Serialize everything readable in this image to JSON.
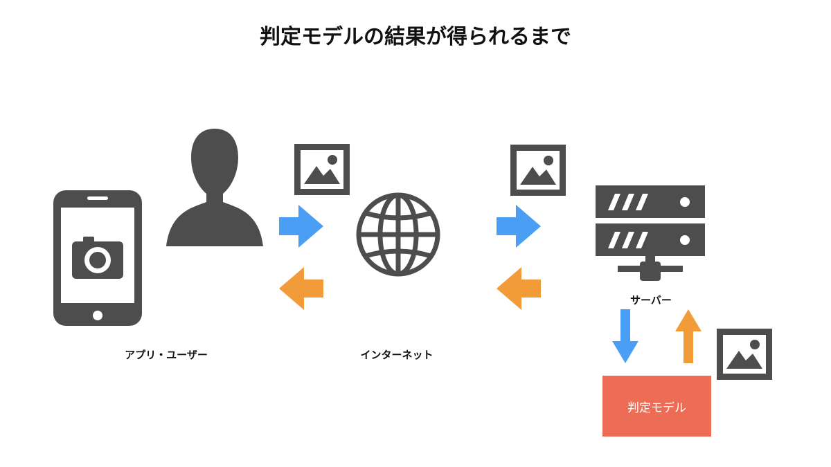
{
  "title": "判定モデルの結果が得られるまで",
  "labels": {
    "user": "アプリ・ユーザー",
    "internet": "インターネット",
    "server": "サーバー",
    "model": "判定モデル"
  },
  "icons": {
    "phone": "smartphone-camera-icon",
    "person": "person-silhouette-icon",
    "image": "image-icon",
    "globe": "globe-icon",
    "server": "server-icon",
    "arrow_right": "arrow-right-icon",
    "arrow_left": "arrow-left-icon",
    "arrow_down": "arrow-down-icon",
    "arrow_up": "arrow-up-icon"
  },
  "colors": {
    "icon": "#4d4d4d",
    "request_arrow": "#4a9ff5",
    "response_arrow": "#f19c38",
    "model_box": "#ec6c56"
  }
}
